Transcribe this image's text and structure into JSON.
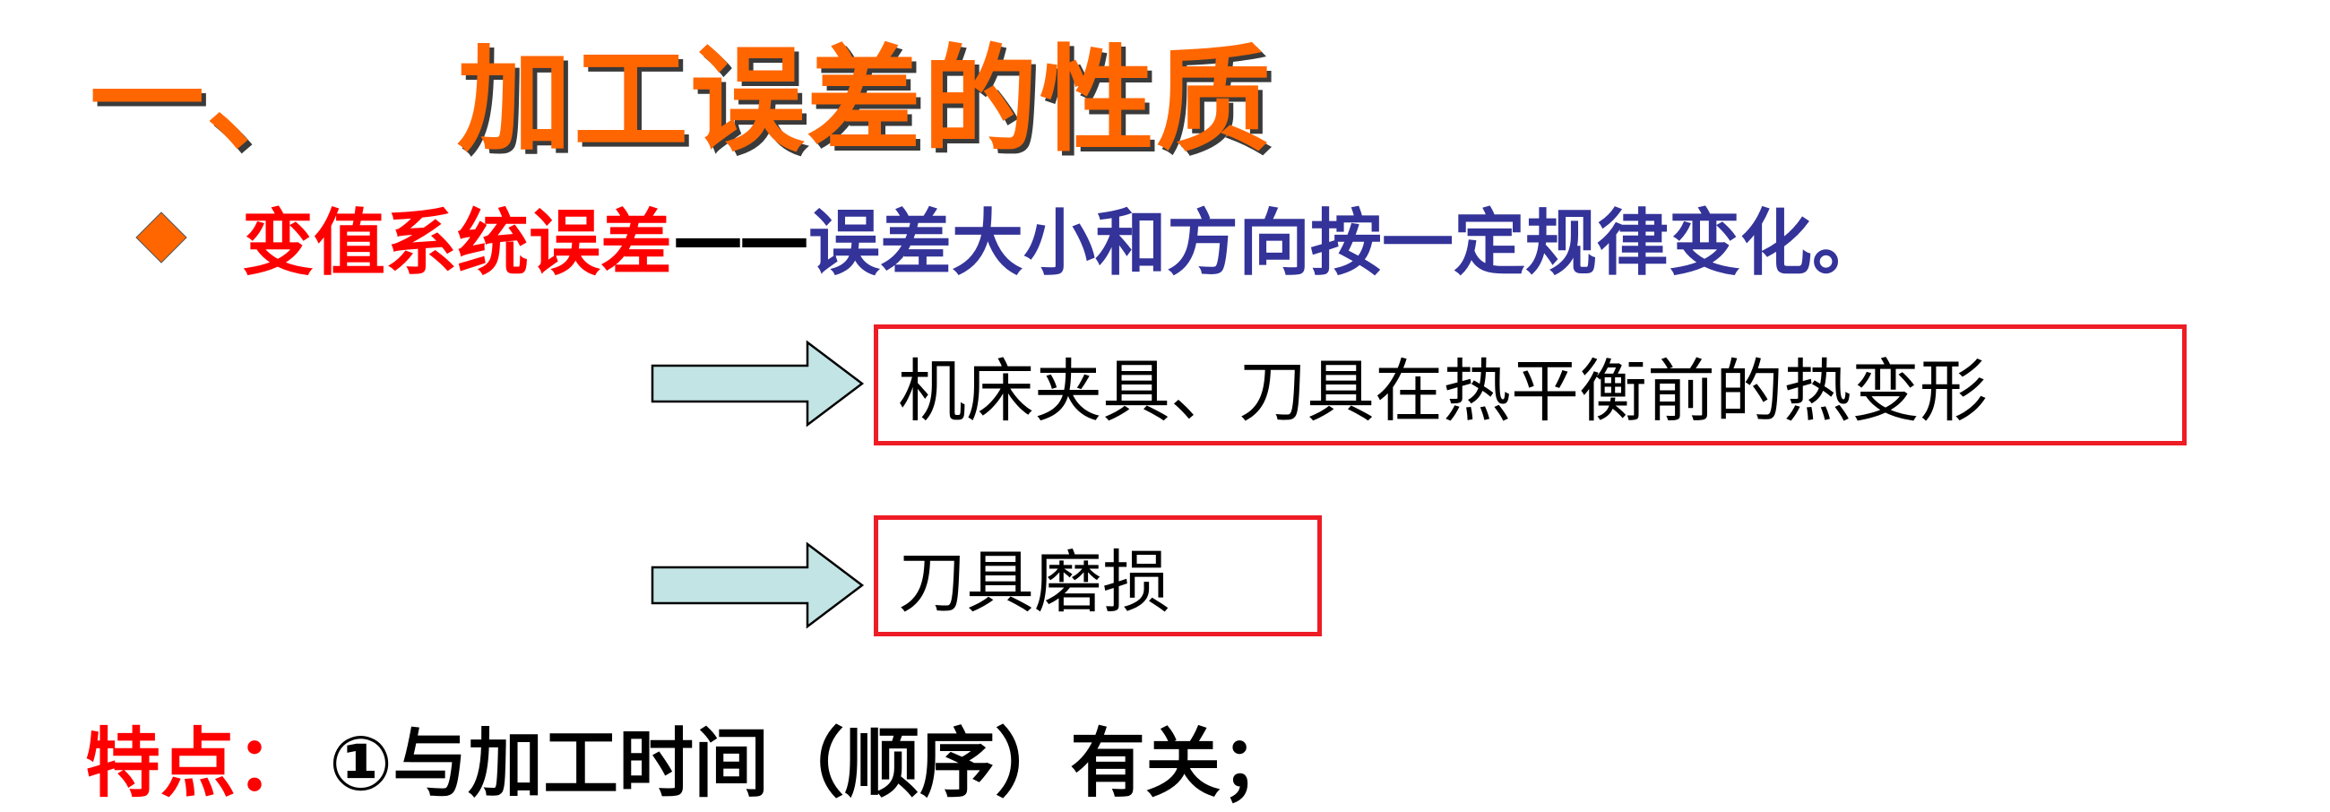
{
  "title": {
    "number": "一、",
    "text": "加工误差的性质"
  },
  "bullet": {
    "term": "变值系统误差",
    "dash": "——",
    "definition": "误差大小和方向按一定规律变化。"
  },
  "examples": [
    {
      "text": "机床夹具、刀具在热平衡前的热变形"
    },
    {
      "text": "刀具磨损"
    }
  ],
  "features": {
    "label": "特点：",
    "text": "①与加工时间（顺序）有关；"
  },
  "colors": {
    "title": "#ff6600",
    "term": "#ff0000",
    "definition": "#333399",
    "box_border": "#ee1c25",
    "arrow_fill": "#c2e4e4",
    "bullet_diamond": "#ff6600"
  }
}
